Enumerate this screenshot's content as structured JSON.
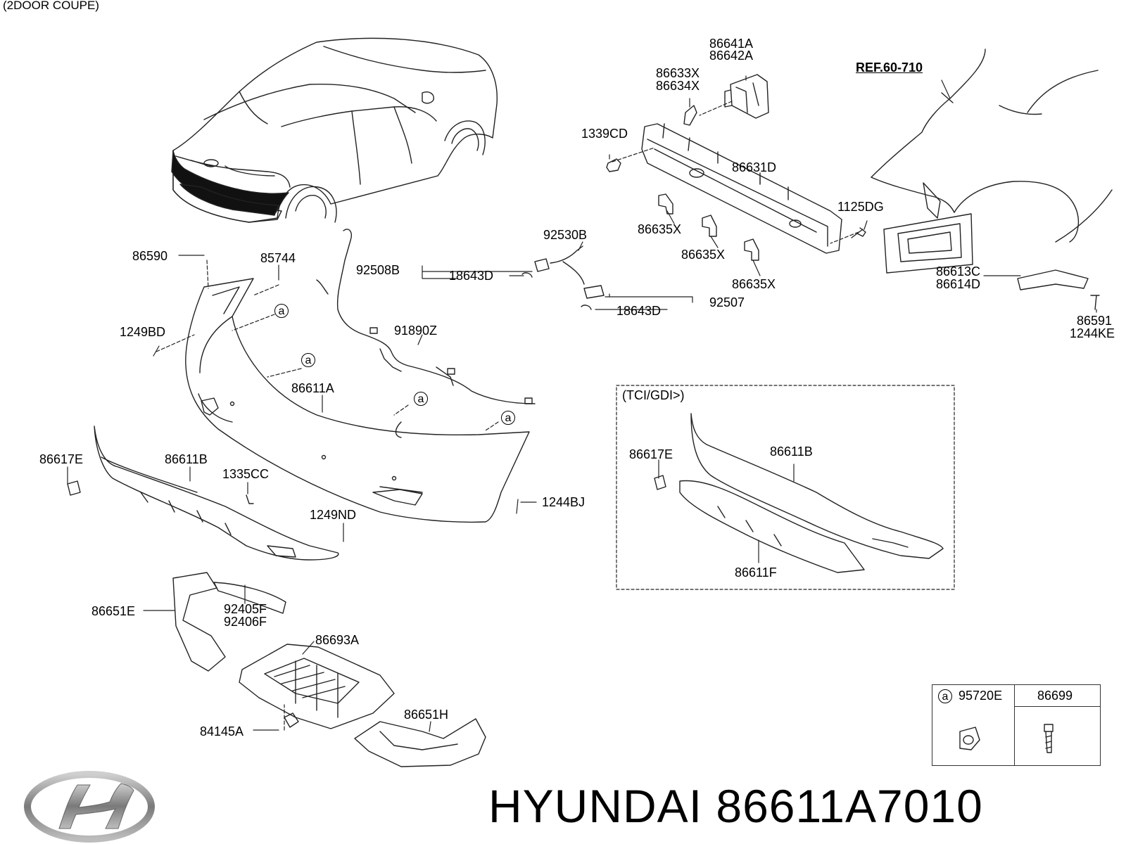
{
  "header": {
    "model": "(2DOOR COUPE)"
  },
  "reference": "REF.60-710",
  "inset": {
    "title": "(TCI/GDI>)"
  },
  "callout_letter": "a",
  "labels": {
    "p86641A": "86641A",
    "p86642A": "86642A",
    "p86633X": "86633X",
    "p86634X": "86634X",
    "p1339CD": "1339CD",
    "p86631D": "86631D",
    "p1125DG": "1125DG",
    "p86635X_1": "86635X",
    "p86635X_2": "86635X",
    "p86635X_3": "86635X",
    "p92530B": "92530B",
    "p92508B": "92508B",
    "p18643D_1": "18643D",
    "p18643D_2": "18643D",
    "p92507": "92507",
    "p86590": "86590",
    "p85744": "85744",
    "p1249BD": "1249BD",
    "p91890Z": "91890Z",
    "p86611A": "86611A",
    "p86617E_1": "86617E",
    "p86611B_1": "86611B",
    "p1335CC": "1335CC",
    "p1244BJ": "1244BJ",
    "p1249ND": "1249ND",
    "p86651E": "86651E",
    "p92405F": "92405F",
    "p92406F": "92406F",
    "p86693A": "86693A",
    "p86651H": "86651H",
    "p84145A": "84145A",
    "p86613C": "86613C",
    "p86614D": "86614D",
    "p86591": "86591",
    "p1244KE": "1244KE",
    "p86617E_2": "86617E",
    "p86611B_2": "86611B",
    "p86611F": "86611F"
  },
  "legend": {
    "col1": "95720E",
    "col2": "86699"
  },
  "footer": {
    "title": "HYUNDAI 86611A7010"
  },
  "icons": {
    "brand_logo": "hyundai-logo"
  }
}
